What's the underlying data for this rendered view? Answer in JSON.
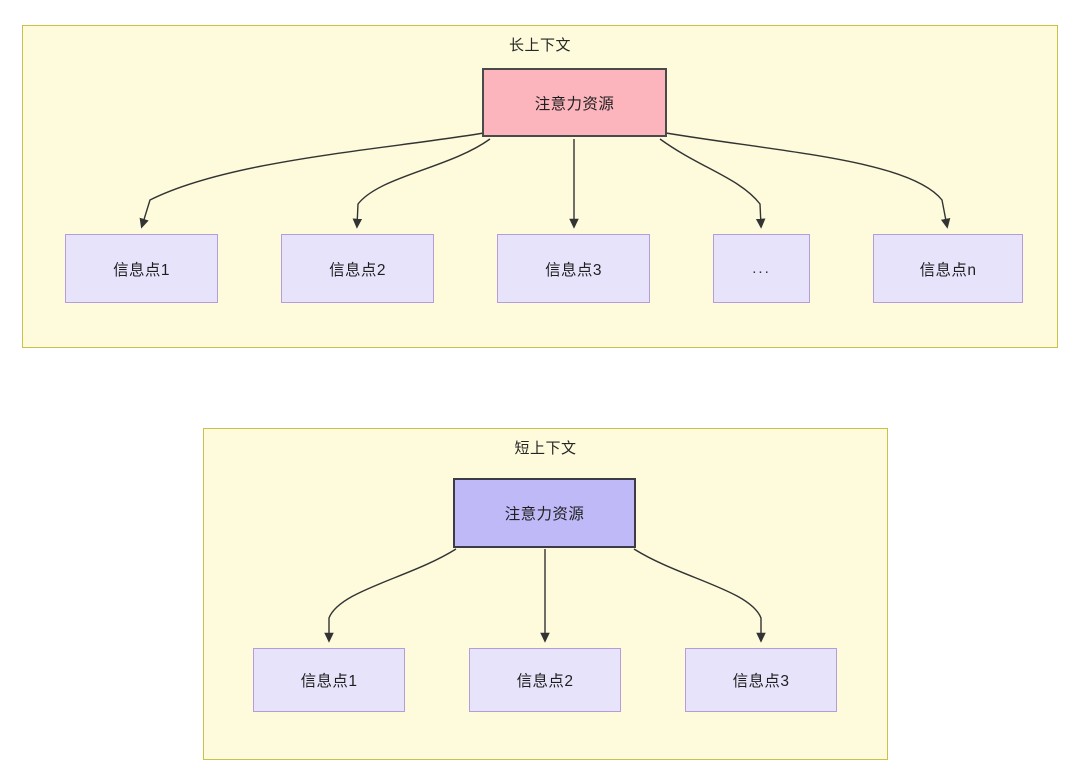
{
  "diagram": {
    "panels": [
      {
        "id": "long-context",
        "title": "长上下文",
        "attention": {
          "label": "注意力资源",
          "fill": "#fcb4bd",
          "stroke": "#4a4a4a"
        },
        "info_nodes": [
          {
            "label": "信息点1"
          },
          {
            "label": "信息点2"
          },
          {
            "label": "信息点3"
          },
          {
            "label": "..."
          },
          {
            "label": "信息点n"
          }
        ]
      },
      {
        "id": "short-context",
        "title": "短上下文",
        "attention": {
          "label": "注意力资源",
          "fill": "#bfb9f7",
          "stroke": "#3c3c44"
        },
        "info_nodes": [
          {
            "label": "信息点1"
          },
          {
            "label": "信息点2"
          },
          {
            "label": "信息点3"
          }
        ]
      }
    ],
    "colors": {
      "panel_fill": "#fdfbdc",
      "panel_border": "#c9c246",
      "info_fill": "#e7e3fb",
      "info_border": "#b39ddb",
      "edge_stroke": "#333333",
      "attention_red_fill": "#fcb4bd",
      "attention_blue_fill": "#bfb9f7"
    }
  }
}
